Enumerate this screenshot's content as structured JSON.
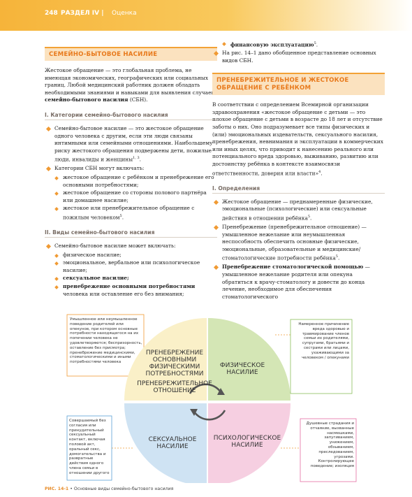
{
  "header": {
    "page_number": "248",
    "section": "РАЗДЕЛ IV",
    "separator": "|",
    "title": "Оценка"
  },
  "left": {
    "banner": "СЕМЕЙНО-БЫТОВОЕ НАСИЛИЕ",
    "intro_a": "Жестокое обращение — это глобальная проблема, не имеющая экономических, географических или социальных границ. Любой медицинский работник должен обладать необходимыми знаниями и навыками для выявления случаев ",
    "intro_b": "семейно-бытового насилия",
    "intro_c": " (СБН).",
    "h1": "I. Категории семейно-бытового насилия",
    "b1": "Семейно-бытовое насилие — это жестокое обращение одного человека с другим, если эти люди связаны интимными или семейными отношениями. Наибольшему риску жестокого обращения подвержены дети, пожилые люди, инвалиды и женщины",
    "b1_sup": "1, 3",
    "b1_end": ".",
    "b2": "Категории СБН могут включать:",
    "s1": "жестокое обращение с ребёнком и пренебрежение его основными потребностями;",
    "s2": "жестокое обращение со стороны полового партнёра или домашнее насилие;",
    "s3": "жестокое или пренебрежительное обращение с пожилым человеком",
    "s3_sup": "5",
    "s3_end": ".",
    "h2": "II. Виды семейно-бытового насилия",
    "b3": "Семейно-бытовое насилие может включать:",
    "t1": "физическое насилие;",
    "t2": "эмоциональное, вербальное или психологическое насилие;",
    "t3": "сексуальное насилие;",
    "t4a": "пренебрежение основными потребностями",
    "t4b": " человека или оставление его без внимания;"
  },
  "right": {
    "top1": "финансовую эксплуатацию",
    "top1_sup": "5",
    "top1_end": ".",
    "top2": "На рис. 14–1 дано обобщенное представление основных видов СБН.",
    "banner": "ПРЕНЕБРЕЖИТЕЛЬНОЕ И ЖЕСТОКОЕ ОБРАЩЕНИЕ С РЕБЁНКОМ",
    "para": "В соответствии с определением Всемирной организации здравоохранения «жестокое обращение с детьми — это плохое обращение с детьми в возрасте до 18 лет и отсутствие заботы о них. Оно подразумевает все типы физических и (или) эмоциональных издевательств, сексуального насилия, пренебрежения, невнимания и эксплуатации в коммерческих или иных целях, что приводит к нанесению реального или потенциального вреда здоровью, выживанию, развитию или достоинству ребёнка в контексте взаимосвязи ответственности, доверия или власти»",
    "para_sup": "4",
    "para_end": ".",
    "h": "I. Определения",
    "d1": "Жестокое обращение — преднамеренные физические, эмоциональные (психологические) или сексуальные действия в отношении ребёнка",
    "d1_sup": "5",
    "d1_end": ".",
    "d2": "Пренебрежение (пренебрежительное отношение) — умышленное нежелание или неумышленная неспособность обеспечить основные физические, эмоциональные, образовательные и медицинские/стоматологические потребности ребёнка",
    "d2_sup": "5",
    "d2_end": ".",
    "d3a": "Пренебрежение стоматологической помощью",
    "d3b": " — умышленное нежелание родителя или опекуна обратиться к врачу-стоматологу и довести до конца лечение, необходимое для обеспечения стоматологического"
  },
  "figure": {
    "q1": [
      "ПРЕНЕБРЕЖЕНИЕ",
      "ОСНОВНЫМИ",
      "ФИЗИЧЕСКИМИ",
      "ПОТРЕБНОСТЯМИ"
    ],
    "q1b": [
      "ПРЕНЕБРЕЖИТЕЛЬНОЕ",
      "ОТНОШЕНИЕ"
    ],
    "q2": [
      "ФИЗИЧЕСКОЕ",
      "НАСИЛИЕ"
    ],
    "q3": [
      "СЕКСУАЛЬНОЕ",
      "НАСИЛИЕ"
    ],
    "q4": [
      "ПСИХОЛОГИЧЕСКОЕ",
      "НАСИЛИЕ"
    ],
    "box_tl": "Умышленное или неумышленное поведение родителей или опекунов, при котором основные потребности находящегося на их попечении человека не удовлетворяются; беспризорность, оставление без присмотра; пренебрежение медицинскими, стоматологическими и иными потребностями человека",
    "box_tr": "Намеренное причинение вреда здоровью и травмирование членов семьи их родителями, супругами, братьями и сестрами или лицами, ухаживающими за человеком / опекунами",
    "box_bl": "Совершаемый без согласия или принудительный сексуальный контакт, включая половой акт, оральный секс, домогательства и развратные действия одного члена семьи в отношении другого",
    "box_br": "Душевные страдания и отчаяние, вызванные насмешками, запугиванием, унижением, обзыванием, преследованием, угрозами. Контролирующее поведение; изоляция",
    "colors": {
      "q1": "#faf0c8",
      "q2": "#d4e6b5",
      "q3": "#cfe3f3",
      "q4": "#f6cfe1",
      "accent": "#f09a33"
    }
  },
  "caption": {
    "label": "РИС. 14-1",
    "sep": "•",
    "text": "Основные виды семейно-бытового насилия"
  }
}
